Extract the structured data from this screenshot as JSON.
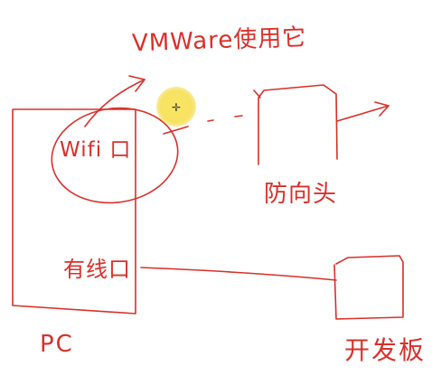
{
  "labels": {
    "vmware": "VMWare使用它",
    "wifi": "Wifi 口",
    "wired": "有线口",
    "pc": "PC",
    "camera": "防向头",
    "board": "开发板"
  },
  "colors": {
    "ink": "#d9302a",
    "background": "#ffffff",
    "cursor_highlight": "#f5dc46"
  },
  "icons": {
    "cursor": "crosshair-cursor-icon"
  }
}
